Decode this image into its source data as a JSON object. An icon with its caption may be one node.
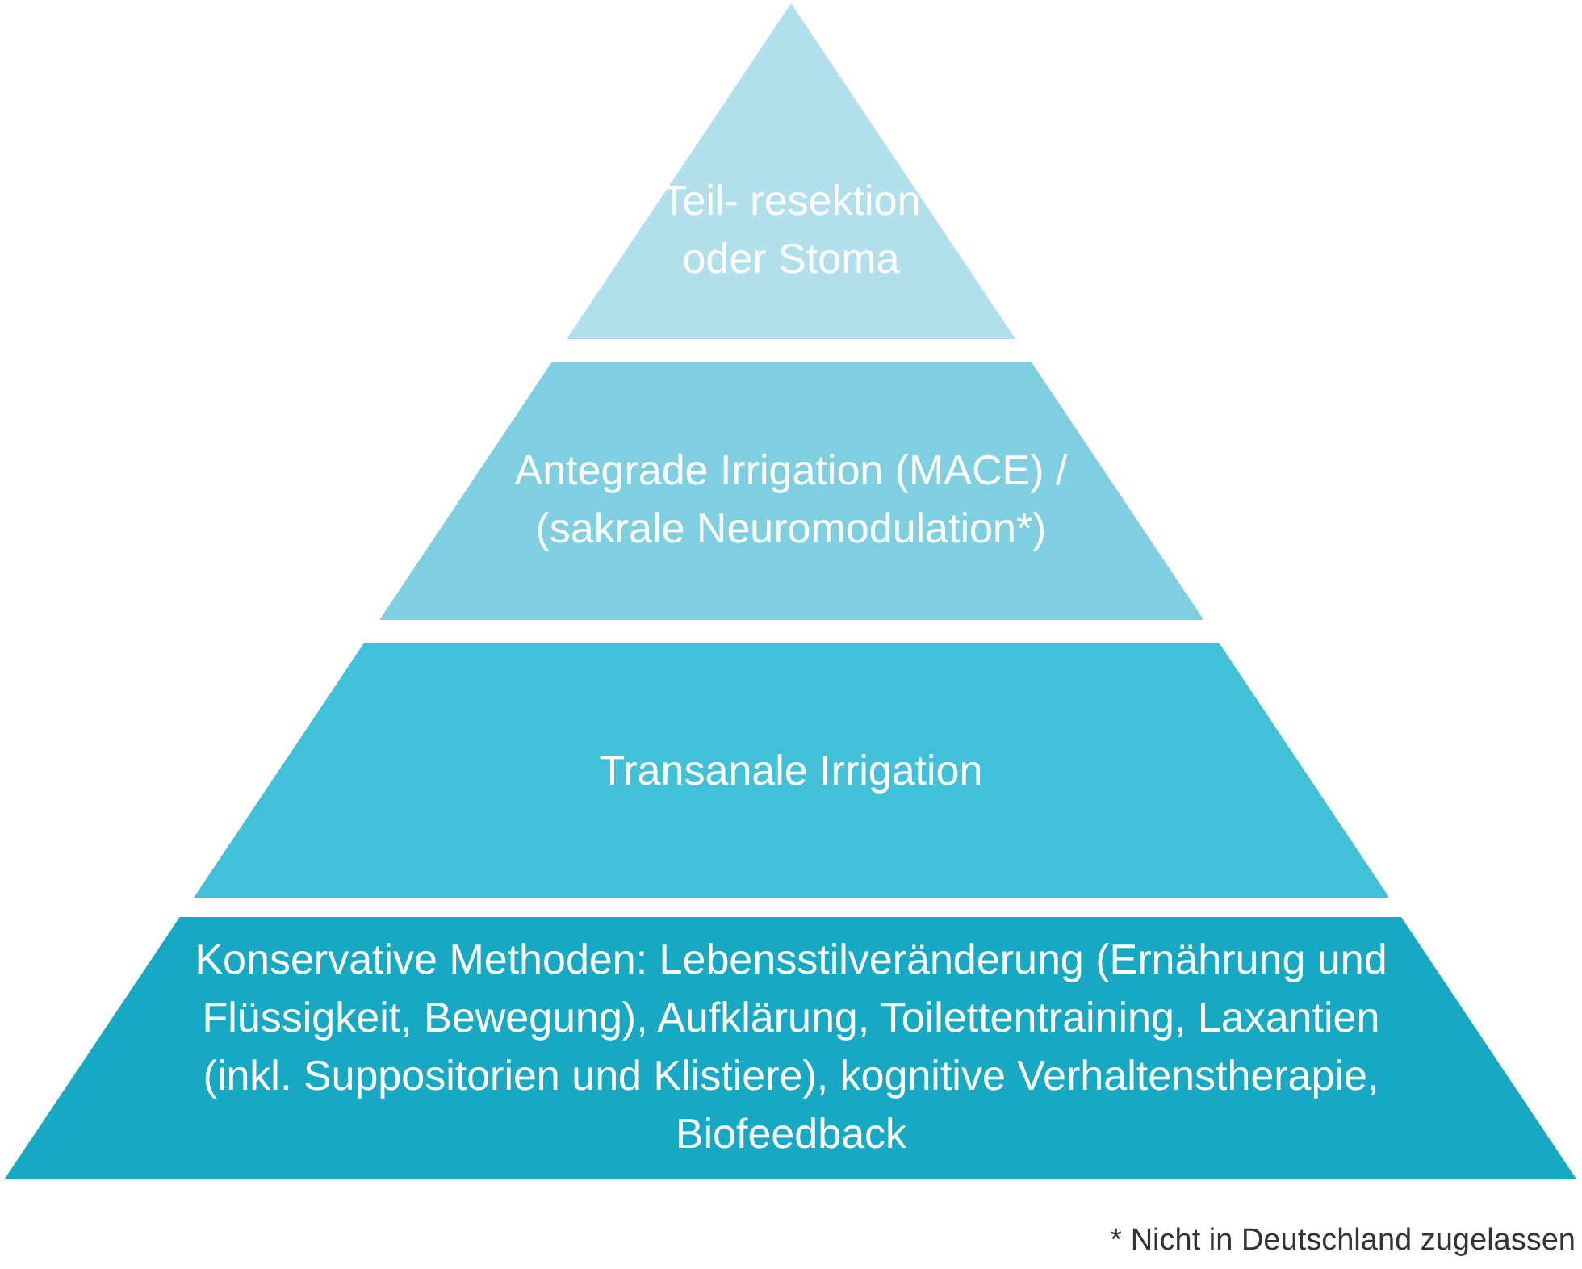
{
  "diagram": {
    "nodes": [
      {
        "text": [
          "Teil- resektion oder Stoma"
        ]
      },
      {
        "text": [
          "Antegrade Irrigation (MACE) / (sakrale Neuromodulation*)"
        ]
      },
      {
        "text": [
          "Transanale Irrigation"
        ]
      },
      {
        "text": [
          "Konservative Methoden: Lebensstilveränderung (Ernährung und Flüssigkeit, Bewegung), Aufklärung, Toilettentraining, Laxantien (inkl. Suppositorien und Klistiere), kognitive Verhaltenstherapie, Biofeedback"
        ]
      }
    ],
    "labels": [
      "* Nicht in Deutschland zugelassen"
    ]
  }
}
